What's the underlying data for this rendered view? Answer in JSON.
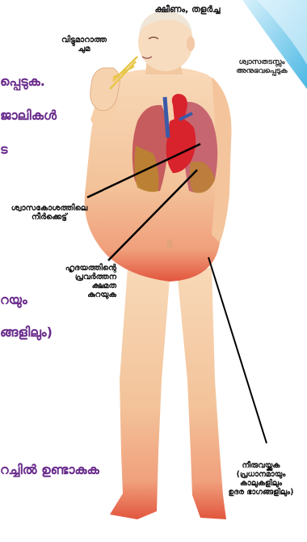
{
  "labels": {
    "fatigue": "ക്ഷീണം, തളർച്ച",
    "cough_line1": "വിട്ടുമാറാത്ത",
    "cough_line2": "ചുമ",
    "breath_line1": "ശ്വാസതടസ്സം",
    "breath_line2": "അനുഭവപ്പെടുക",
    "lung_line1": "ശ്വാസകോശത്തിലെ",
    "lung_line2": "നീർക്കെട്ട്",
    "heart_line1": "ഹൃദയത്തിന്റെ",
    "heart_line2": "പ്രവർത്തന",
    "heart_line3": "ക്ഷമത",
    "heart_line4": "കുറയുക",
    "edema_line1": "നീരുവയ്ക്കുക",
    "edema_line2": "(പ്രധാനമായും",
    "edema_line3": "കാലുകളിലും",
    "edema_line4": "ഉദര ഭാഗങ്ങളിലും)"
  },
  "left_fragments": {
    "f1": "പ്പെടുക.",
    "f2": "ജാലികൾ",
    "f3": "ട",
    "f4": "റയും",
    "f5": "ങ്ങളിലും)",
    "f6": "റച്ചിൽ ഉണ്ടാകുക"
  },
  "colors": {
    "text_purple": "#6a2c8c",
    "corner_blue": "#5bc4e8"
  }
}
